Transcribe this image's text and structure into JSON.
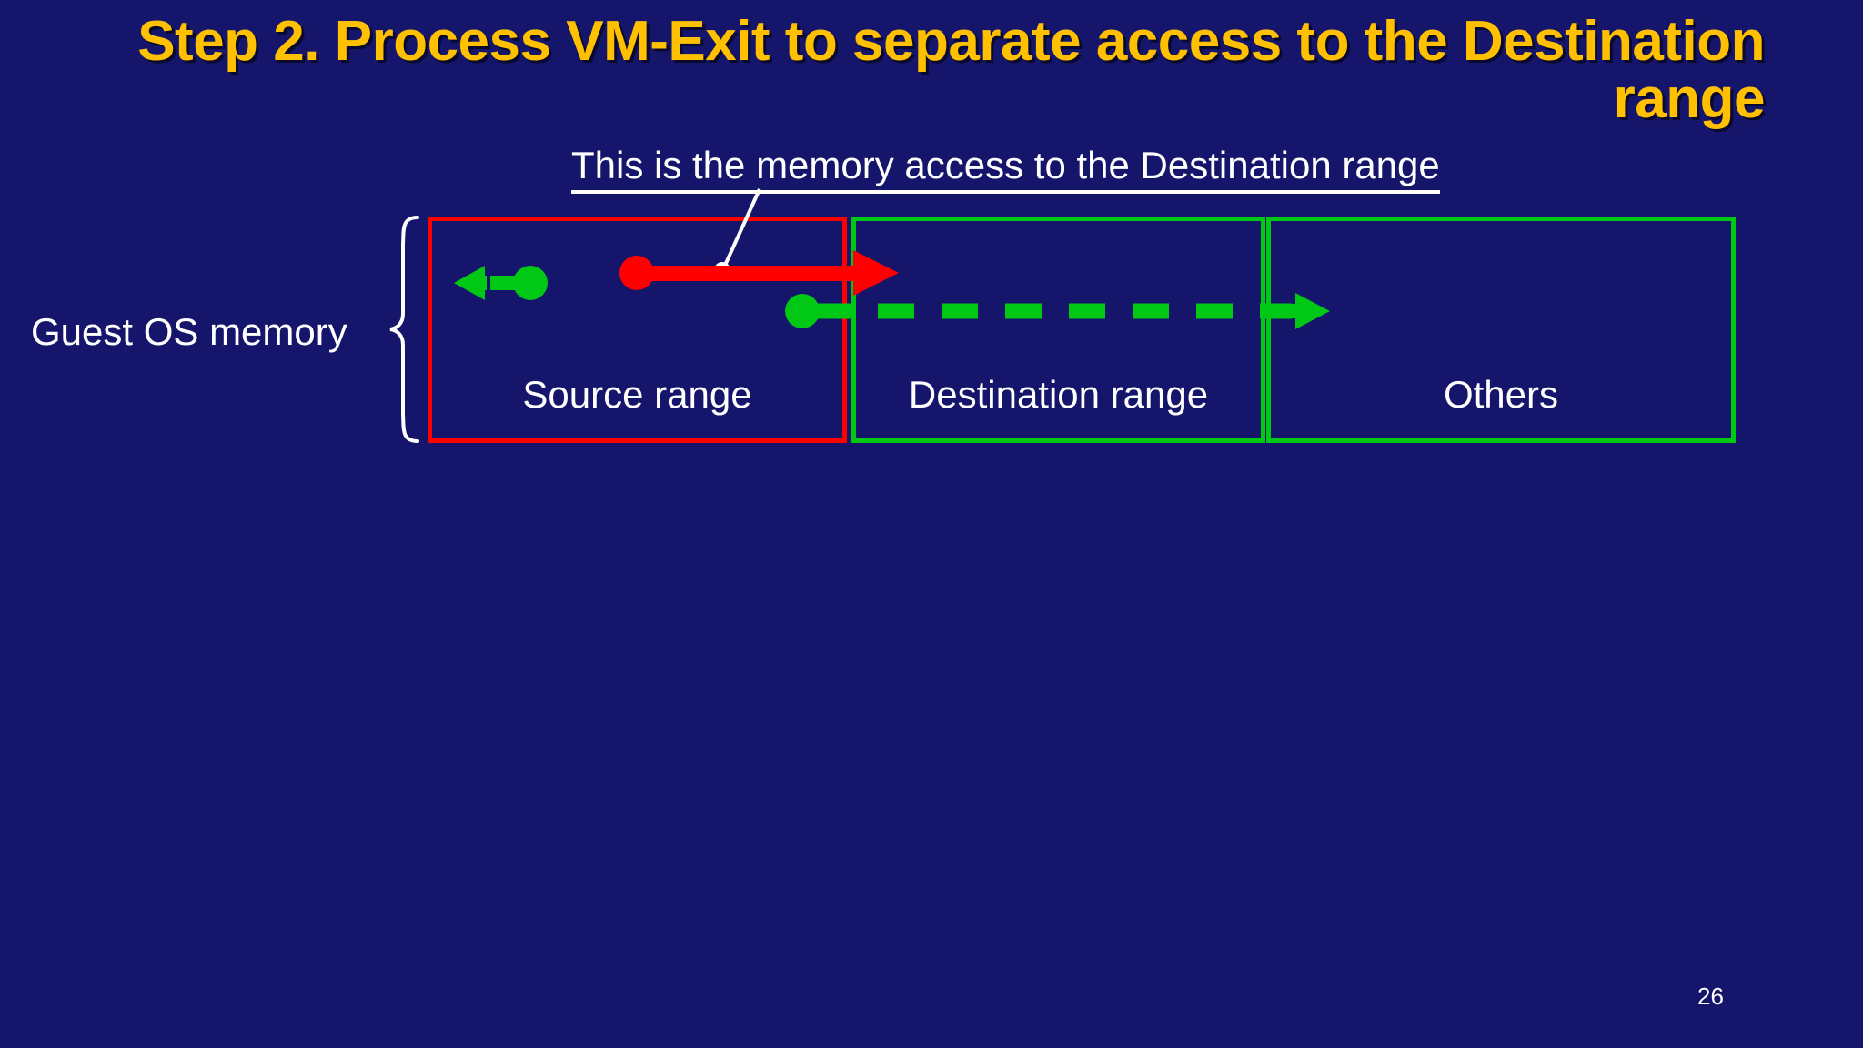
{
  "slide": {
    "background_color": "#15156b",
    "title": "Step 2. Process VM-Exit to separate access to the Destination range",
    "title_color": "#FFC000",
    "page_number": "26"
  },
  "callout": {
    "text": "This is the memory access to the Destination range",
    "color": "#ffffff",
    "underlined": true
  },
  "diagram": {
    "bracket_label": "Guest OS memory",
    "boxes": [
      {
        "label": "Source range",
        "border_color": "#FF0000"
      },
      {
        "label": "Destination range",
        "border_color": "#00C814"
      },
      {
        "label": "Others",
        "border_color": "#00C814"
      }
    ],
    "annotations": {
      "red_access_arrow": "red solid arrow from Source range into Destination range",
      "green_dashed_arrow": "green dashed arrow from Source range through Destination range into Others",
      "green_left_arrow": "green left-pointing arrow inside Source range"
    },
    "colors": {
      "red": "#FF0000",
      "green": "#00C814",
      "white": "#ffffff"
    }
  }
}
